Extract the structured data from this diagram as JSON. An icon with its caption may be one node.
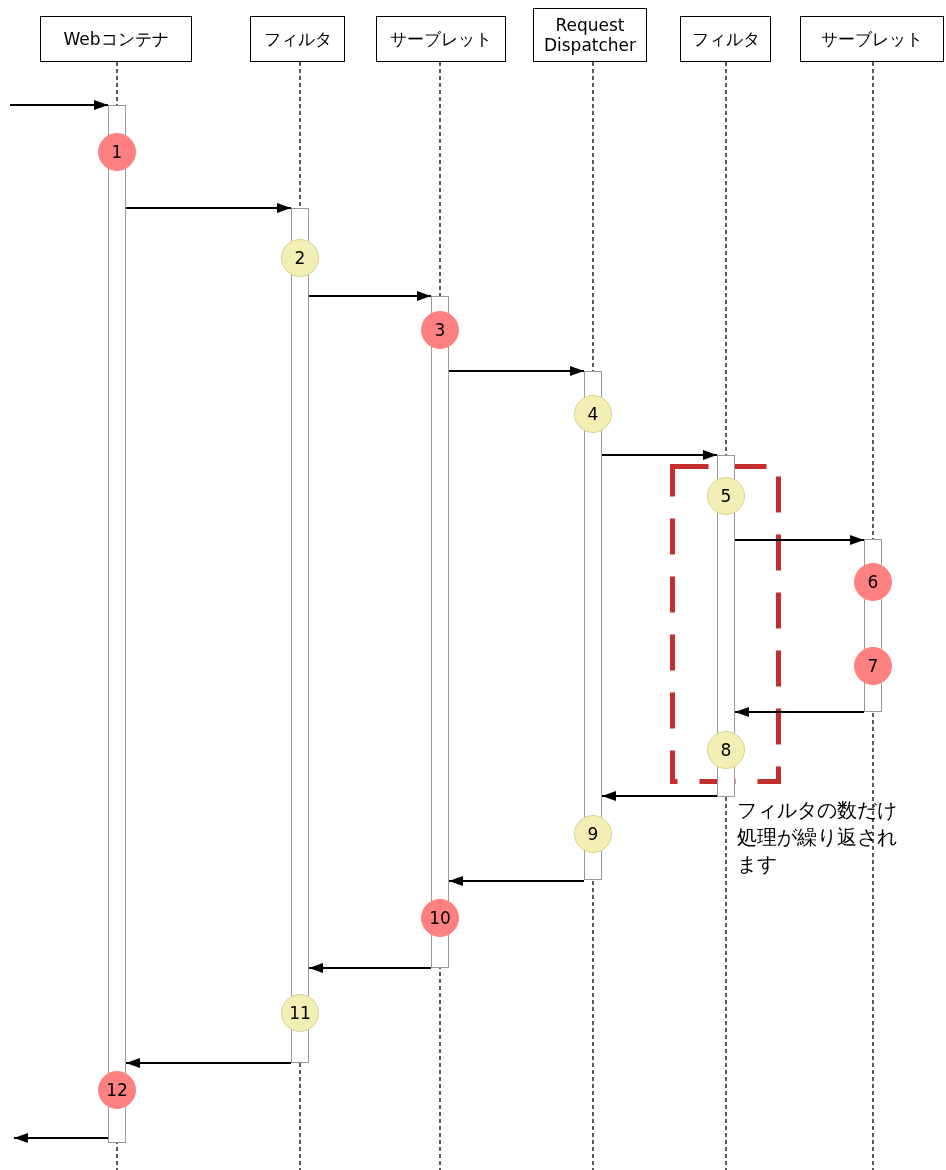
{
  "diagram": {
    "nodes": [
      {
        "text": [
          "Webコンテナ"
        ]
      },
      {
        "text": [
          "フィルタ"
        ]
      },
      {
        "text": [
          "サーブレット"
        ]
      },
      {
        "text": [
          "Request Dispatcher"
        ]
      },
      {
        "text": [
          "フィルタ"
        ]
      },
      {
        "text": [
          "サーブレット"
        ]
      },
      {
        "text": [],
        "shape": "bar"
      },
      {
        "text": [],
        "shape": "bar"
      },
      {
        "text": [],
        "shape": "bar"
      },
      {
        "text": [],
        "shape": "bar"
      },
      {
        "text": [],
        "shape": "bar"
      },
      {
        "text": [],
        "shape": "bar"
      },
      {
        "text": [
          "1"
        ]
      },
      {
        "text": [
          "2"
        ]
      },
      {
        "text": [
          "3"
        ]
      },
      {
        "text": [
          "4"
        ]
      },
      {
        "text": [
          "5"
        ]
      },
      {
        "text": [
          "6"
        ]
      },
      {
        "text": [
          "7"
        ]
      },
      {
        "text": [
          "8"
        ]
      },
      {
        "text": [
          "9"
        ]
      },
      {
        "text": [
          "10"
        ]
      },
      {
        "text": [
          "11"
        ]
      },
      {
        "text": [
          "12"
        ]
      }
    ],
    "edges": [
      {
        "from": null,
        "to": 6,
        "arrow": "to"
      },
      {
        "from": 6,
        "to": 7,
        "arrow": "to"
      },
      {
        "from": 7,
        "to": 8,
        "arrow": "to"
      },
      {
        "from": 8,
        "to": 9,
        "arrow": "to"
      },
      {
        "from": 9,
        "to": 10,
        "arrow": "to"
      },
      {
        "from": 10,
        "to": 11,
        "arrow": "to"
      },
      {
        "from": 11,
        "to": 10,
        "arrow": "to"
      },
      {
        "from": 10,
        "to": 9,
        "arrow": "to"
      },
      {
        "from": 9,
        "to": 8,
        "arrow": "to"
      },
      {
        "from": 8,
        "to": 7,
        "arrow": "to"
      },
      {
        "from": 7,
        "to": 6,
        "arrow": "to"
      },
      {
        "from": 6,
        "to": null,
        "arrow": "to"
      }
    ],
    "labels": [
      "フィルタの数だけ処理が繰り返されます"
    ]
  }
}
